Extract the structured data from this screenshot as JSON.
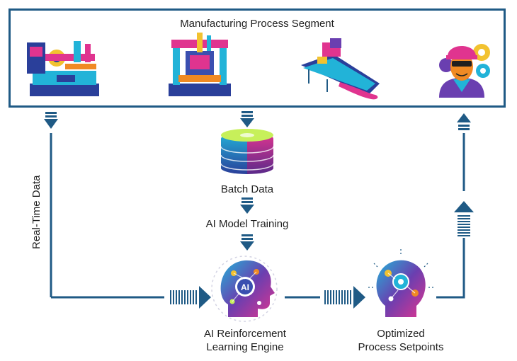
{
  "header": {
    "title": "Manufacturing Process Segment"
  },
  "machines": [
    {
      "icon": "lathe-machine-icon"
    },
    {
      "icon": "press-machine-icon"
    },
    {
      "icon": "conveyor-machine-icon"
    },
    {
      "icon": "worker-with-gears-icon"
    }
  ],
  "labels": {
    "real_time": "Real-Time Data",
    "batch": "Batch Data",
    "training": "AI Model Training",
    "engine_line1": "AI Reinforcement",
    "engine_line2": "Learning Engine",
    "setpoints_line1": "Optimized",
    "setpoints_line2": "Process Setpoints",
    "ai_badge": "AI"
  },
  "colors": {
    "flow_blue": "#1f5a85",
    "magenta": "#e0348f",
    "cyan": "#22b3d8",
    "purple": "#6a3fb0",
    "yellow": "#f2c230",
    "orange": "#f08a24"
  }
}
